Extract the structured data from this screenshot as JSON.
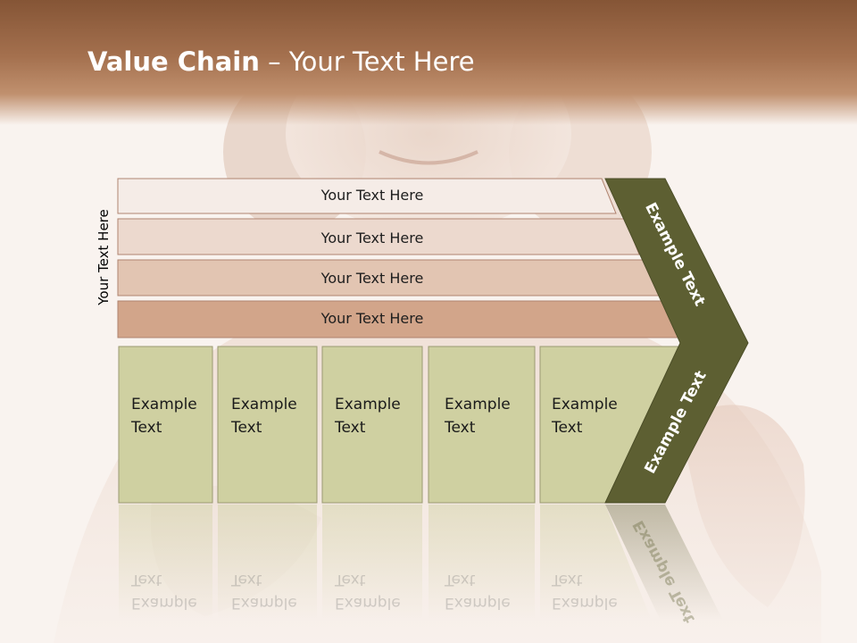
{
  "slide": {
    "title_bold": "Value Chain",
    "title_rest": " – Your Text Here",
    "side_label": "Your Text Here"
  },
  "bars": [
    {
      "label": "Your Text Here",
      "color": "#f5ece7"
    },
    {
      "label": "Your Text Here",
      "color": "#ecd9ce"
    },
    {
      "label": "Your Text Here",
      "color": "#e2c5b2"
    },
    {
      "label": "Your Text Here",
      "color": "#d2a58a"
    }
  ],
  "cards": [
    {
      "line1": "Example",
      "line2": "Text"
    },
    {
      "line1": "Example",
      "line2": "Text"
    },
    {
      "line1": "Example",
      "line2": "Text"
    },
    {
      "line1": "Example",
      "line2": "Text"
    },
    {
      "line1": "Example",
      "line2": "Text"
    }
  ],
  "chevron": {
    "top_label": "Example Text",
    "bottom_label": "Example Text",
    "color": "#5d5f32"
  },
  "colors": {
    "header": "#8b5a3a",
    "card_fill": "#cfd0a1",
    "card_border": "#9b9a72"
  }
}
